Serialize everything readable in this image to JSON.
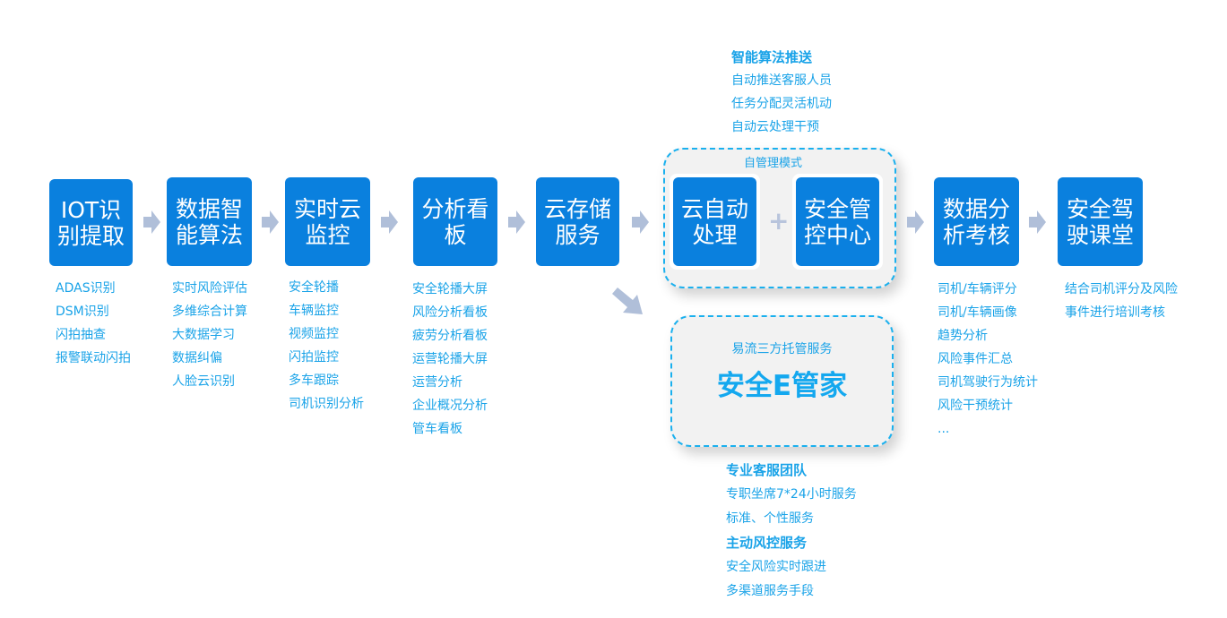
{
  "steps": [
    {
      "title": "IOT识别提取",
      "items": [
        "ADAS识别",
        "DSM识别",
        "闪拍抽查",
        "报警联动闪拍"
      ]
    },
    {
      "title": "数据智能算法",
      "items": [
        "实时风险评估",
        "多维综合计算",
        "大数据学习",
        "数据纠偏",
        "人脸云识别"
      ]
    },
    {
      "title": "实时云监控",
      "items": [
        "安全轮播",
        "车辆监控",
        "视频监控",
        "闪拍监控",
        "多车跟踪",
        "司机识别分析"
      ]
    },
    {
      "title": "分析看板",
      "items": [
        "安全轮播大屏",
        "风险分析看板",
        "疲劳分析看板",
        "运营轮播大屏",
        "运营分析",
        "企业概况分析",
        "管车看板"
      ]
    },
    {
      "title": "云存储服务"
    },
    {
      "title": "数据分析考核",
      "items": [
        "司机/车辆评分",
        "司机/车辆画像",
        "趋势分析",
        "风险事件汇总",
        "司机驾驶行为统计",
        "风险干预统计",
        "..."
      ]
    },
    {
      "title": "安全驾驶课堂",
      "items": [
        "结合司机评分及风险",
        "事件进行培训考核"
      ]
    }
  ],
  "self_mode": {
    "label": "自管理模式",
    "left": "云自动处理",
    "right": "安全管控中心",
    "plus": "+"
  },
  "algo": {
    "title": "智能算法推送",
    "items": [
      "自动推送客服人员",
      "任务分配灵活机动",
      "自动云处理干预"
    ]
  },
  "hosted": {
    "subtitle": "易流三方托管服务",
    "title": "安全E管家"
  },
  "service": {
    "title1": "专业客服团队",
    "items1": [
      "专职坐席7*24小时服务",
      "标准、个性服务"
    ],
    "title2": "主动风控服务",
    "items2": [
      "安全风险实时跟进",
      "多渠道服务手段"
    ]
  }
}
